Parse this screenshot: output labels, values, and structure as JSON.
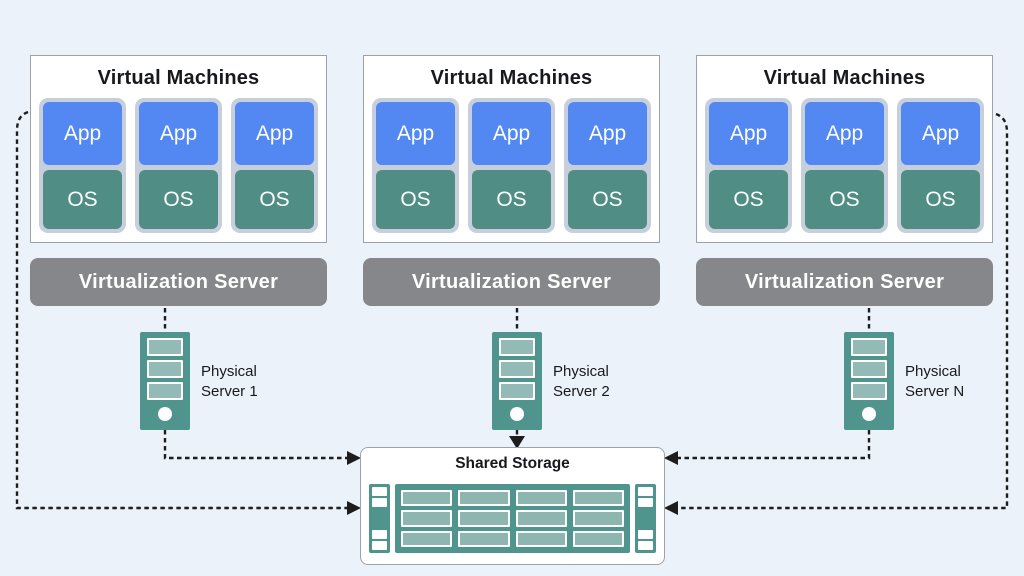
{
  "colors": {
    "bg": "#ecf2fa",
    "app-blue": "#5388f2",
    "os-teal": "#4f8d85",
    "card-gray": "#c7cfdc",
    "server-gray": "#85878a",
    "hw-teal": "#4f948d",
    "hw-slot": "#93bab6",
    "storage-slot": "#8db6b1",
    "box-border": "#9aa2ab",
    "line": "#1d1d1d",
    "text-dark": "#17191c"
  },
  "diagram": {
    "vm_groups": [
      {
        "title": "Virtual Machines",
        "vms": [
          {
            "app": "App",
            "os": "OS"
          },
          {
            "app": "App",
            "os": "OS"
          },
          {
            "app": "App",
            "os": "OS"
          }
        ],
        "server_label": "Virtualization Server",
        "physical_label": "Physical Server 1"
      },
      {
        "title": "Virtual Machines",
        "vms": [
          {
            "app": "App",
            "os": "OS"
          },
          {
            "app": "App",
            "os": "OS"
          },
          {
            "app": "App",
            "os": "OS"
          }
        ],
        "server_label": "Virtualization Server",
        "physical_label": "Physical Server 2"
      },
      {
        "title": "Virtual Machines",
        "vms": [
          {
            "app": "App",
            "os": "OS"
          },
          {
            "app": "App",
            "os": "OS"
          },
          {
            "app": "App",
            "os": "OS"
          }
        ],
        "server_label": "Virtualization Server",
        "physical_label": "Physical Server N"
      }
    ],
    "shared_storage_title": "Shared Storage"
  }
}
